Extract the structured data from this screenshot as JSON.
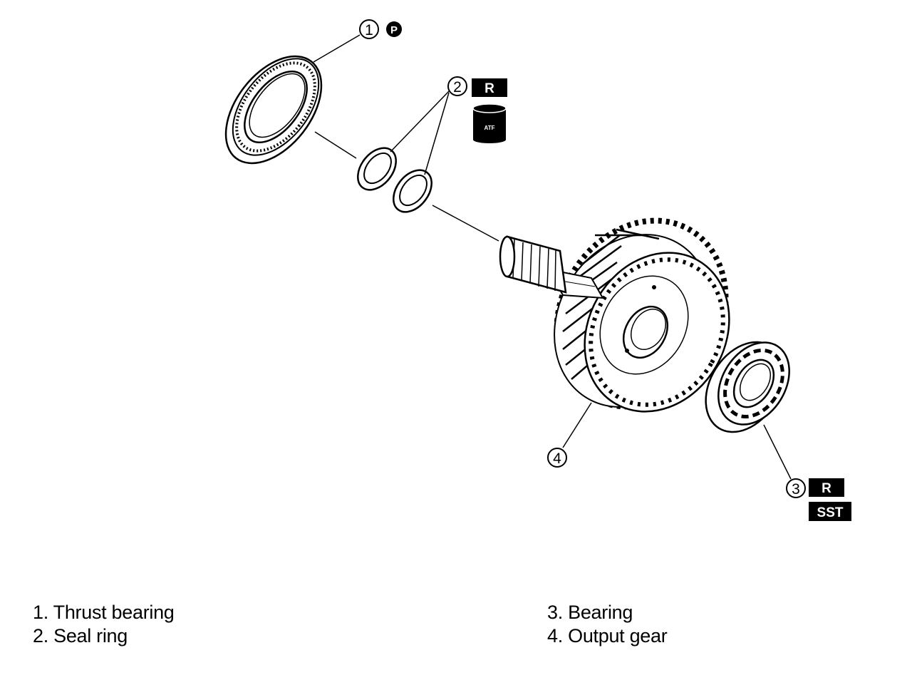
{
  "callouts": {
    "c1": {
      "number": "1",
      "marks": [
        "P"
      ]
    },
    "c2": {
      "number": "2",
      "marks": [
        "R"
      ],
      "fluid_label": "ATF"
    },
    "c3": {
      "number": "3",
      "marks": [
        "R",
        "SST"
      ]
    },
    "c4": {
      "number": "4",
      "marks": []
    }
  },
  "legend": {
    "left": [
      "1. Thrust bearing",
      "2. Seal ring"
    ],
    "right": [
      "3. Bearing",
      "4. Output gear"
    ]
  }
}
